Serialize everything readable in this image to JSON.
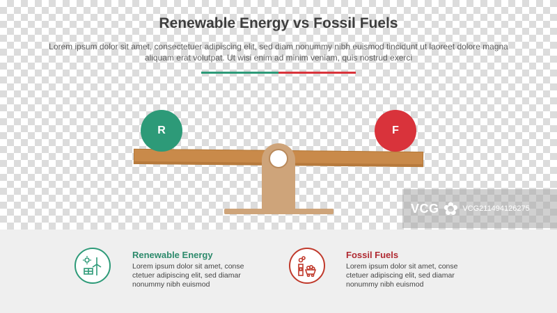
{
  "header": {
    "title": "Renewable Energy vs Fossil Fuels",
    "subtitle": "Lorem ipsum dolor sit amet, consectetuer adipiscing elit, sed diam nonummy nibh euismod tincidunt ut laoreet dolore magna aliquam erat volutpat. Ut wisi enim ad minim veniam, quis nostrud exerci"
  },
  "seesaw": {
    "left_ball_label": "R",
    "right_ball_label": "F"
  },
  "items": [
    {
      "title": "Renewable Energy",
      "description": "Lorem ipsum dolor sit amet, conse ctetuer adipiscing elit, sed diamar nonummy nibh euismod",
      "icon": "solar-wind-icon"
    },
    {
      "title": "Fossil Fuels",
      "description": "Lorem ipsum dolor sit amet, conse ctetuer adipiscing elit, sed diamar nonummy nibh euismod",
      "icon": "factory-coal-icon"
    }
  ],
  "watermark": {
    "logo": "VCG",
    "id": "VCG211494126275"
  },
  "colors": {
    "renewable": "#2d9a78",
    "fossil": "#d9333b",
    "wood": "#c98a4a",
    "panel": "#efefef"
  }
}
